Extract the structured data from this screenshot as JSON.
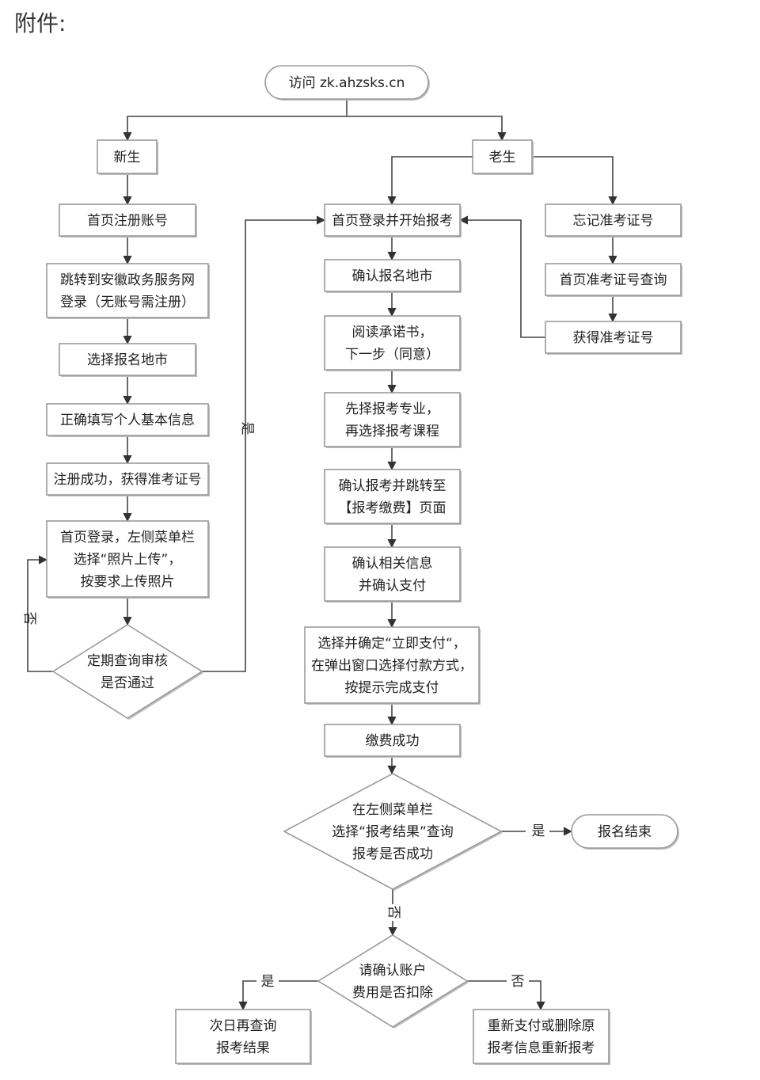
{
  "heading": "附件:",
  "nodes": {
    "visit": "访问 zk.ahzsks.cn",
    "new_student": "新生",
    "old_student": "老生",
    "register_account": "首页注册账号",
    "redirect_login": [
      "跳转到安徽政务服务网",
      "登录（无账号需注册）"
    ],
    "select_city_left": "选择报名地市",
    "fill_info": "正确填写个人基本信息",
    "reg_success": "注册成功，获得准考证号",
    "upload_photo": [
      "首页登录，左侧菜单栏",
      "选择“照片上传”，",
      "按要求上传照片"
    ],
    "review_check": [
      "定期查询审核",
      "是否通过"
    ],
    "login_start": "首页登录并开始报考",
    "confirm_city": "确认报名地市",
    "read_pledge": [
      "阅读承诺书，",
      "下一步（同意）"
    ],
    "choose_major": [
      "先择报考专业，",
      "再选择报考课程"
    ],
    "confirm_redirect": [
      "确认报考并跳转至",
      "【报考缴费】页面"
    ],
    "confirm_pay": [
      "确认相关信息",
      "并确认支付"
    ],
    "select_pay": [
      "选择并确定“立即支付“，",
      "在弹出窗口选择付款方式，",
      "按提示完成支付"
    ],
    "pay_success": "缴费成功",
    "check_result": [
      "在左侧菜单栏",
      "选择“报考结果”查询",
      "报考是否成功"
    ],
    "reg_end": "报名结束",
    "confirm_deduct": [
      "请确认账户",
      "费用是否扣除"
    ],
    "next_day": [
      "次日再查询",
      "报考结果"
    ],
    "repay": [
      "重新支付或删除原",
      "报考信息重新报考"
    ],
    "forgot_id": "忘记准考证号",
    "query_id": "首页准考证号查询",
    "get_id": "获得准考证号"
  },
  "edge_labels": {
    "yes": "是",
    "no": "否"
  }
}
